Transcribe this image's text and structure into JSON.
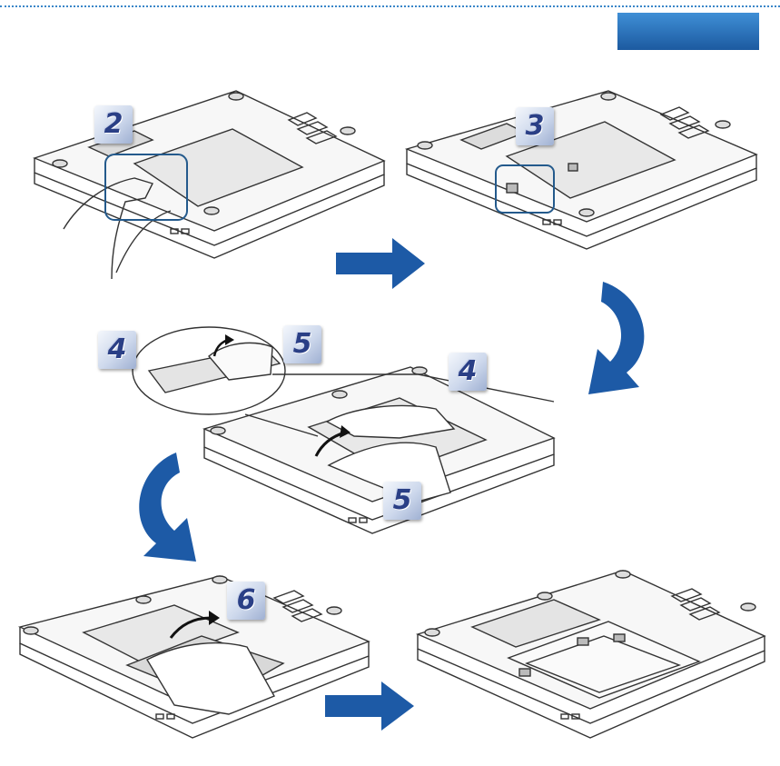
{
  "header": {
    "accent_color": "#3a86c8",
    "tab_color": "#2f7bc9"
  },
  "steps": [
    {
      "id": "s2",
      "label": "2"
    },
    {
      "id": "s3",
      "label": "3"
    },
    {
      "id": "s4a",
      "label": "4"
    },
    {
      "id": "s5a",
      "label": "5"
    },
    {
      "id": "s4b",
      "label": "4"
    },
    {
      "id": "s5b",
      "label": "5"
    },
    {
      "id": "s6",
      "label": "6"
    }
  ],
  "icons": {
    "flow_arrow": "right-arrow-icon",
    "curve_arrow": "curved-arrow-icon",
    "lift_arrow": "lift-arrow-icon"
  },
  "arrow_color": "#1d5aa6"
}
